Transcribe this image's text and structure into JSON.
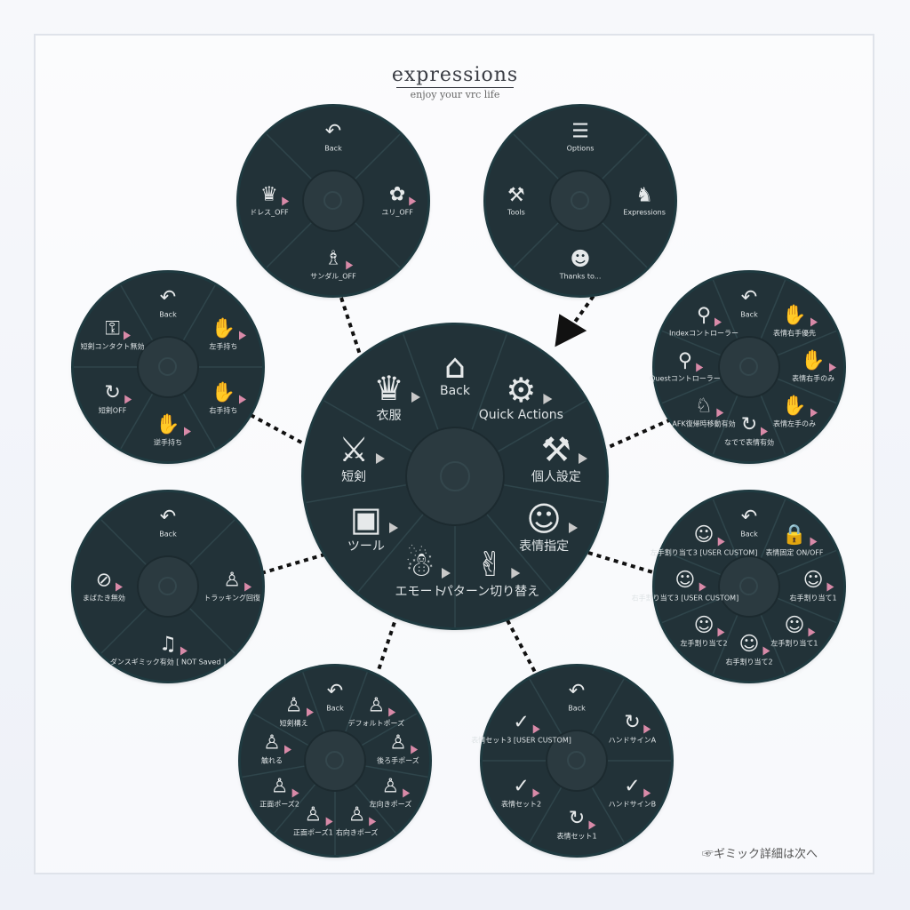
{
  "header": {
    "title": "expressions",
    "subtitle": "enjoy your vrc life"
  },
  "footer": {
    "note": "☞ギミック詳細は次へ"
  },
  "main_menu": {
    "items": [
      {
        "label": "Back",
        "icon": "home-back-icon",
        "glyph": "⌂"
      },
      {
        "label": "Quick Actions",
        "icon": "gear-icon",
        "glyph": "⚙"
      },
      {
        "label": "個人設定",
        "icon": "tools-icon",
        "glyph": "⚒"
      },
      {
        "label": "表情指定",
        "icon": "smile-icon",
        "glyph": "☺"
      },
      {
        "label": "パターン切り替え",
        "icon": "hand-sign-icon",
        "glyph": "✌"
      },
      {
        "label": "エモート",
        "icon": "person-wave-icon",
        "glyph": "☃"
      },
      {
        "label": "ツール",
        "icon": "toolbox-icon",
        "glyph": "▣"
      },
      {
        "label": "短剣",
        "icon": "dagger-icon",
        "glyph": "⚔"
      },
      {
        "label": "衣服",
        "icon": "dress-icon",
        "glyph": "♛"
      }
    ]
  },
  "menus": {
    "clothes": {
      "items": [
        {
          "label": "Back",
          "icon": "back-arrow-icon",
          "glyph": "↶"
        },
        {
          "label": "ユリ_OFF",
          "icon": "lily-icon",
          "glyph": "✿"
        },
        {
          "label": "サンダル_OFF",
          "icon": "sandals-icon",
          "glyph": "♗"
        },
        {
          "label": "ドレス_OFF",
          "icon": "dress-icon",
          "glyph": "♛"
        }
      ]
    },
    "root": {
      "items": [
        {
          "label": "Options",
          "icon": "list-icon",
          "glyph": "☰"
        },
        {
          "label": "Expressions",
          "icon": "dancing-person-icon",
          "glyph": "♞"
        },
        {
          "label": "Thanks to...",
          "icon": "emoji-icon",
          "glyph": "☻"
        },
        {
          "label": "Tools",
          "icon": "wrench-icon",
          "glyph": "⚒"
        }
      ]
    },
    "dagger": {
      "items": [
        {
          "label": "Back",
          "icon": "back-arrow-icon",
          "glyph": "↶"
        },
        {
          "label": "左手持ち",
          "icon": "hand-icon",
          "glyph": "✋"
        },
        {
          "label": "右手持ち",
          "icon": "hand-icon",
          "glyph": "✋"
        },
        {
          "label": "逆手持ち",
          "icon": "hands-icon",
          "glyph": "✋"
        },
        {
          "label": "短剣OFF",
          "icon": "cycle-icon",
          "glyph": "↻"
        },
        {
          "label": "短剣コンタクト無効",
          "icon": "contact-lock-icon",
          "glyph": "⚿"
        }
      ]
    },
    "personal": {
      "items": [
        {
          "label": "Back",
          "icon": "back-arrow-icon",
          "glyph": "↶"
        },
        {
          "label": "表情右手優先",
          "icon": "hand-priority-icon",
          "glyph": "✋"
        },
        {
          "label": "表情右手のみ",
          "icon": "hand-icon",
          "glyph": "✋"
        },
        {
          "label": "表情左手のみ",
          "icon": "hand-icon",
          "glyph": "✋"
        },
        {
          "label": "なでで表情有効",
          "icon": "cycle-icon",
          "glyph": "↻"
        },
        {
          "label": "AFK復帰時移動有効",
          "icon": "running-icon",
          "glyph": "♘"
        },
        {
          "label": "Questコントローラー",
          "icon": "controller-icon",
          "glyph": "⚲"
        },
        {
          "label": "Indexコントローラー",
          "icon": "controller-icon",
          "glyph": "⚲"
        }
      ]
    },
    "tools": {
      "items": [
        {
          "label": "Back",
          "icon": "back-arrow-icon",
          "glyph": "↶"
        },
        {
          "label": "トラッキング回復",
          "icon": "person-icon",
          "glyph": "♙"
        },
        {
          "label": "ダンスギミック有効 [ NOT Saved ]",
          "icon": "dance-icon",
          "glyph": "♫"
        },
        {
          "label": "まばたき無効",
          "icon": "no-blink-icon",
          "glyph": "⊘"
        }
      ]
    },
    "face": {
      "items": [
        {
          "label": "Back",
          "icon": "back-arrow-icon",
          "glyph": "↶"
        },
        {
          "label": "表情固定 ON/OFF",
          "icon": "lock-icon",
          "glyph": "🔒"
        },
        {
          "label": "右手割り当て1",
          "icon": "smile-icon",
          "glyph": "☺"
        },
        {
          "label": "左手割り当て1",
          "icon": "smile-icon",
          "glyph": "☺"
        },
        {
          "label": "右手割り当て2",
          "icon": "smile-icon",
          "glyph": "☺"
        },
        {
          "label": "左手割り当て2",
          "icon": "smile-icon",
          "glyph": "☺"
        },
        {
          "label": "右手割り当て3 [USER CUSTOM]",
          "icon": "smile-icon",
          "glyph": "☺"
        },
        {
          "label": "左手割り当て3 [USER CUSTOM]",
          "icon": "smile-icon",
          "glyph": "☺"
        }
      ]
    },
    "pattern": {
      "items": [
        {
          "label": "Back",
          "icon": "back-arrow-icon",
          "glyph": "↶"
        },
        {
          "label": "ハンドサインA",
          "icon": "cycle-icon",
          "glyph": "↻"
        },
        {
          "label": "ハンドサインB",
          "icon": "check-icon",
          "glyph": "✓"
        },
        {
          "label": "表情セット1",
          "icon": "cycle-icon",
          "glyph": "↻"
        },
        {
          "label": "表情セット2",
          "icon": "check-icon",
          "glyph": "✓"
        },
        {
          "label": "表情セット3 [USER CUSTOM]",
          "icon": "check-icon",
          "glyph": "✓"
        }
      ]
    },
    "emote": {
      "items": [
        {
          "label": "Back",
          "icon": "back-arrow-icon",
          "glyph": "↶"
        },
        {
          "label": "デフォルトポーズ",
          "icon": "person-icon",
          "glyph": "♙"
        },
        {
          "label": "後ろ手ポーズ",
          "icon": "person-icon",
          "glyph": "♙"
        },
        {
          "label": "左向きポーズ",
          "icon": "person-icon",
          "glyph": "♙"
        },
        {
          "label": "右向きポーズ",
          "icon": "person-icon",
          "glyph": "♙"
        },
        {
          "label": "正面ポーズ1",
          "icon": "person-icon",
          "glyph": "♙"
        },
        {
          "label": "正面ポーズ2",
          "icon": "person-icon",
          "glyph": "♙"
        },
        {
          "label": "触れる",
          "icon": "person-icon",
          "glyph": "♙"
        },
        {
          "label": "短剣構え",
          "icon": "person-icon",
          "glyph": "♙"
        }
      ]
    }
  },
  "colors": {
    "panel": "#223238",
    "ring": "#1f3a40",
    "submenu_marker": "#d98aa8"
  }
}
